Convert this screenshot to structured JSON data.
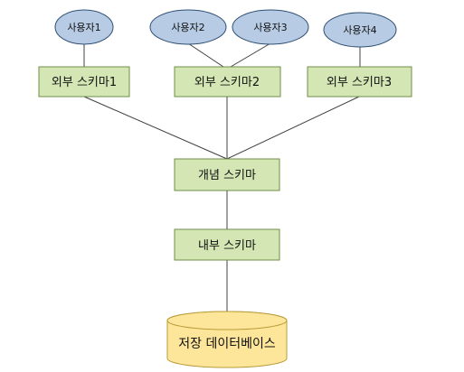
{
  "users": [
    {
      "label": "사용자1"
    },
    {
      "label": "사용자2"
    },
    {
      "label": "사용자3"
    },
    {
      "label": "사용자4"
    }
  ],
  "external_schemas": [
    {
      "label": "외부 스키마1"
    },
    {
      "label": "외부 스키마2"
    },
    {
      "label": "외부 스키마3"
    }
  ],
  "conceptual_schema": {
    "label": "개념 스키마"
  },
  "internal_schema": {
    "label": "내부 스키마"
  },
  "database": {
    "label": "저장 데이터베이스"
  },
  "colors": {
    "user_fill": "#b7cce4",
    "schema_fill": "#d3e6b4",
    "database_fill": "#fde69a"
  }
}
